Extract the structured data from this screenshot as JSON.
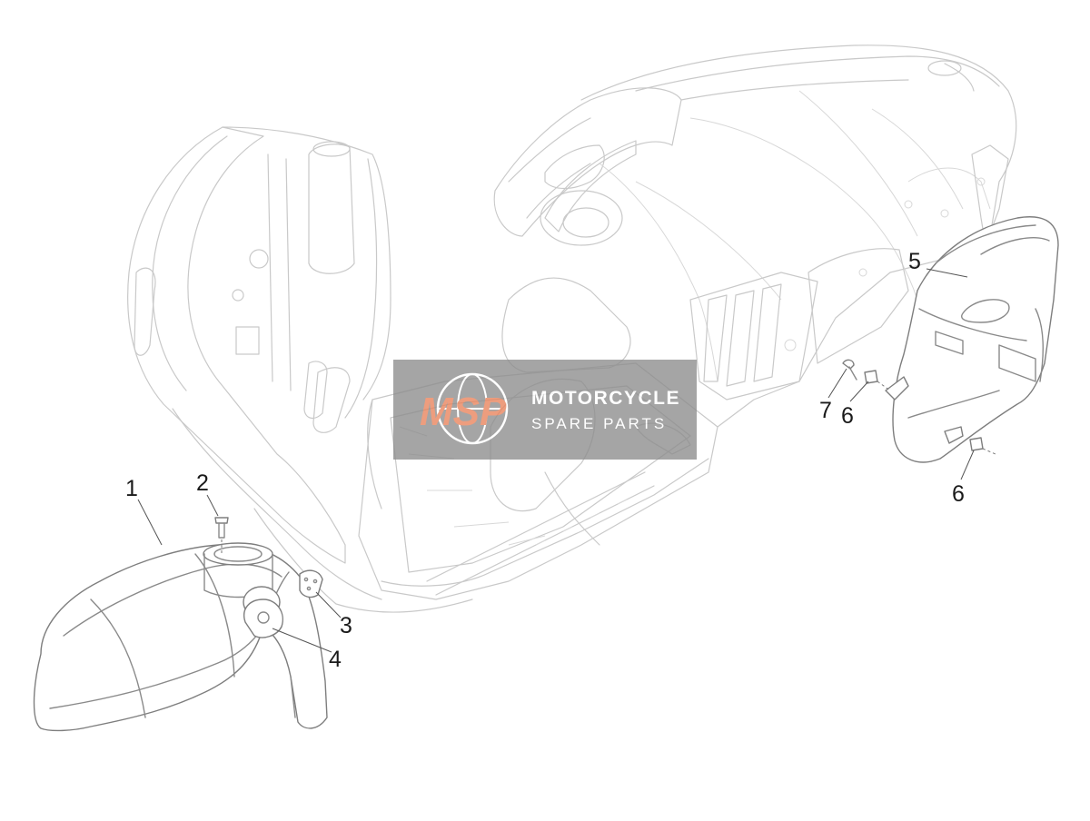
{
  "callouts": [
    {
      "id": "1",
      "label": "1"
    },
    {
      "id": "2",
      "label": "2"
    },
    {
      "id": "3",
      "label": "3"
    },
    {
      "id": "4",
      "label": "4"
    },
    {
      "id": "5",
      "label": "5"
    },
    {
      "id": "6a",
      "label": "6"
    },
    {
      "id": "6b",
      "label": "6"
    },
    {
      "id": "7",
      "label": "7"
    }
  ],
  "watermark": {
    "logo": "MSP",
    "line1": "MOTORCYCLE",
    "line2": "SPARE PARTS",
    "background_color": "#8c8c8c",
    "logo_color": "#e8825a"
  }
}
